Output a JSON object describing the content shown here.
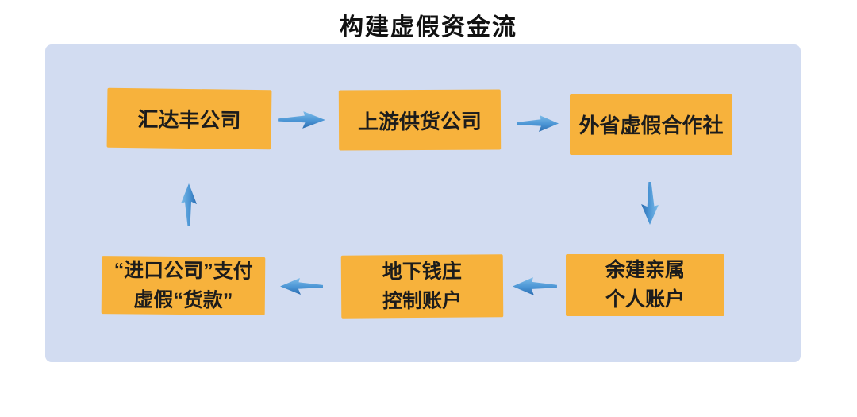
{
  "title": "构建虚假资金流",
  "colors": {
    "page_bg": "#ffffff",
    "panel_bg": "#d2dcf1",
    "node_bg": "#f7b23c",
    "arrow_blue_light": "#7dbce9",
    "arrow_blue_mid": "#4a94d4",
    "arrow_blue_dark": "#2a6cb0",
    "text": "#1c1c1c"
  },
  "diagram": {
    "nodes": [
      {
        "id": "huidafeng-company",
        "lines": [
          "汇达丰公司"
        ]
      },
      {
        "id": "upstream-supplier",
        "lines": [
          "上游供货公司"
        ]
      },
      {
        "id": "out-province-fake-cooperative",
        "lines": [
          "外省虚假合作社"
        ]
      },
      {
        "id": "yujian-relatives-accounts",
        "lines": [
          "余建亲属",
          "个人账户"
        ]
      },
      {
        "id": "underground-bank-accounts",
        "lines": [
          "地下钱庄",
          "控制账户"
        ]
      },
      {
        "id": "import-company-fake-payment",
        "lines": [
          "“进口公司”支付",
          "虚假“货款”"
        ]
      }
    ],
    "arrows": [
      {
        "from": "huidafeng-company",
        "to": "upstream-supplier",
        "direction": "right"
      },
      {
        "from": "upstream-supplier",
        "to": "out-province-fake-cooperative",
        "direction": "right"
      },
      {
        "from": "out-province-fake-cooperative",
        "to": "yujian-relatives-accounts",
        "direction": "down"
      },
      {
        "from": "yujian-relatives-accounts",
        "to": "underground-bank-accounts",
        "direction": "left"
      },
      {
        "from": "underground-bank-accounts",
        "to": "import-company-fake-payment",
        "direction": "left"
      },
      {
        "from": "import-company-fake-payment",
        "to": "huidafeng-company",
        "direction": "up"
      }
    ]
  }
}
